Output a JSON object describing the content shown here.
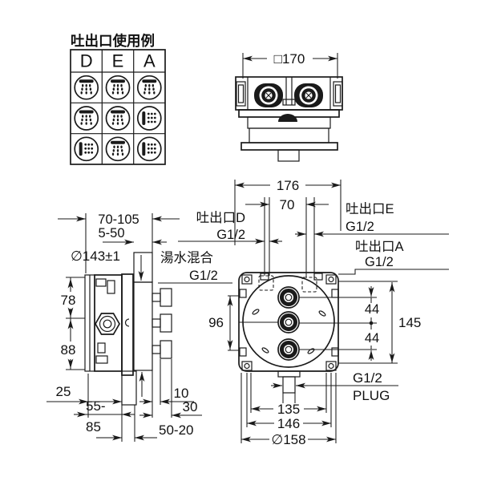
{
  "colors": {
    "line": "#1a1a1a",
    "background": "#ffffff"
  },
  "usage_table": {
    "title": "吐出口使用例",
    "columns": [
      "D",
      "E",
      "A"
    ],
    "rows": [
      [
        "overhead-shower",
        "overhead-shower",
        "overhead-shower"
      ],
      [
        "overhead-shower",
        "overhead-shower",
        "hand-shower"
      ],
      [
        "hand-shower",
        "overhead-shower",
        "hand-shower"
      ]
    ]
  },
  "top_view": {
    "face_dim": "□170"
  },
  "center": {
    "width": "176",
    "port_spacing": "70",
    "outlet_d": {
      "name": "吐出口D",
      "thread": "G1/2"
    },
    "outlet_e": {
      "name": "吐出口E",
      "thread": "G1/2"
    },
    "outlet_a": {
      "name": "吐出口A",
      "thread": "G1/2"
    },
    "mixed": {
      "name": "湯水混合",
      "thread": "G1/2"
    }
  },
  "side_view": {
    "rough_depth": "70-105",
    "finish_depth": "5-50",
    "hole_dia": "∅143±1",
    "h_top": "78",
    "h_bottom": "88",
    "d_25": "25",
    "d_10": "10",
    "d_30": "30",
    "d_55_85a": "55-",
    "d_55_85b": "85",
    "d_50_20": "50-20"
  },
  "front_view": {
    "knob_offset": "96",
    "spacing_top": "44",
    "spacing_bottom": "44",
    "height": "145",
    "w_135": "135",
    "w_146": "146",
    "dia": "∅158",
    "plug": {
      "thread": "G1/2",
      "label": "PLUG"
    }
  }
}
